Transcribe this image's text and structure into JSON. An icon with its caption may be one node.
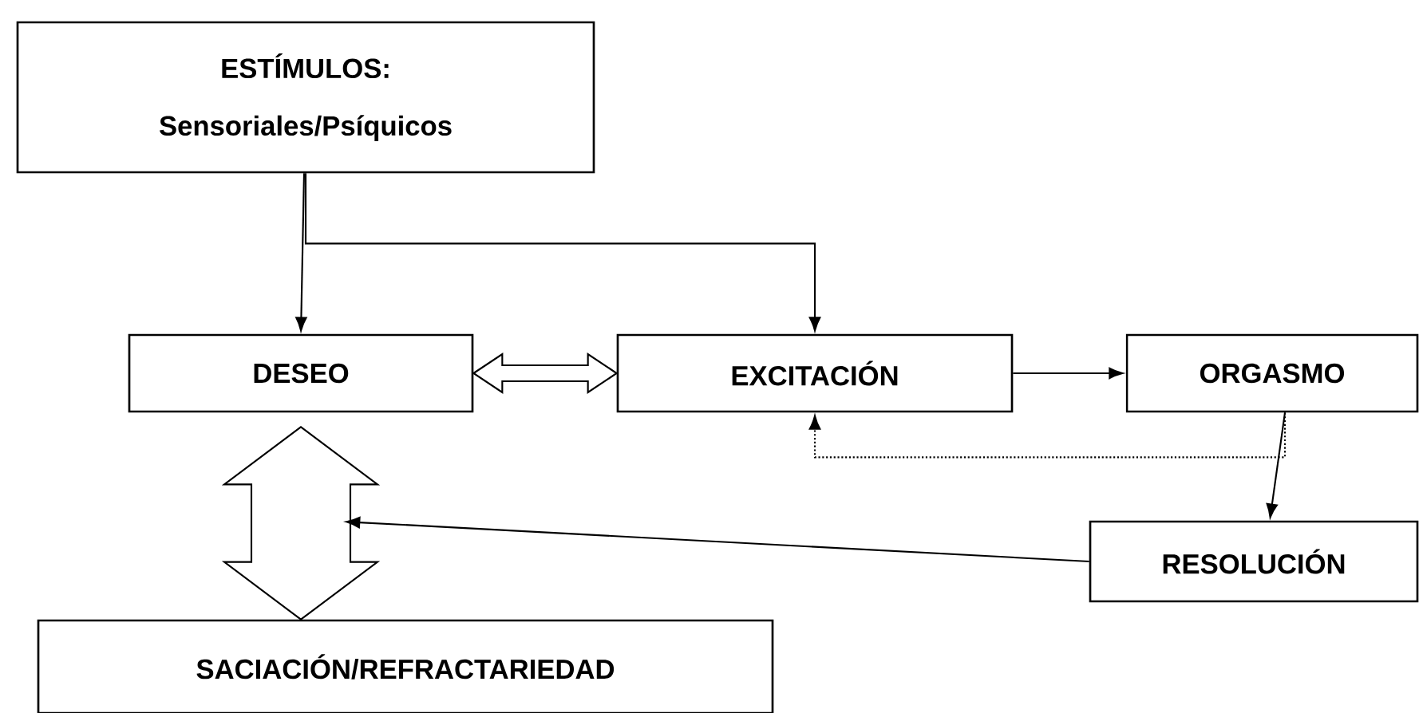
{
  "diagram": {
    "nodes": [
      {
        "text": [
          "ESTÍMULOS:",
          "Sensoriales/Psíquicos"
        ]
      },
      {
        "text": [
          "DESEO"
        ]
      },
      {
        "text": [
          "EXCITACIÓN"
        ]
      },
      {
        "text": [
          "ORGASMO"
        ]
      },
      {
        "text": [
          "RESOLUCIÓN"
        ]
      },
      {
        "text": [
          "SACIACIÓN/REFRACTARIEDAD"
        ]
      }
    ],
    "edges": [
      {
        "from": 0,
        "to": 1,
        "arrow": "to"
      },
      {
        "from": 0,
        "to": 2,
        "arrow": "to"
      },
      {
        "from": 1,
        "to": 2,
        "arrow": "both",
        "style": "thick"
      },
      {
        "from": 2,
        "to": 3,
        "arrow": "to"
      },
      {
        "from": 3,
        "to": 4,
        "arrow": "to"
      },
      {
        "from": 3,
        "to": 2,
        "arrow": "to",
        "style": "dashed"
      },
      {
        "from": 4,
        "to": null,
        "arrow": "to"
      },
      {
        "from": 1,
        "to": 5,
        "arrow": "both",
        "style": "thick"
      }
    ]
  }
}
